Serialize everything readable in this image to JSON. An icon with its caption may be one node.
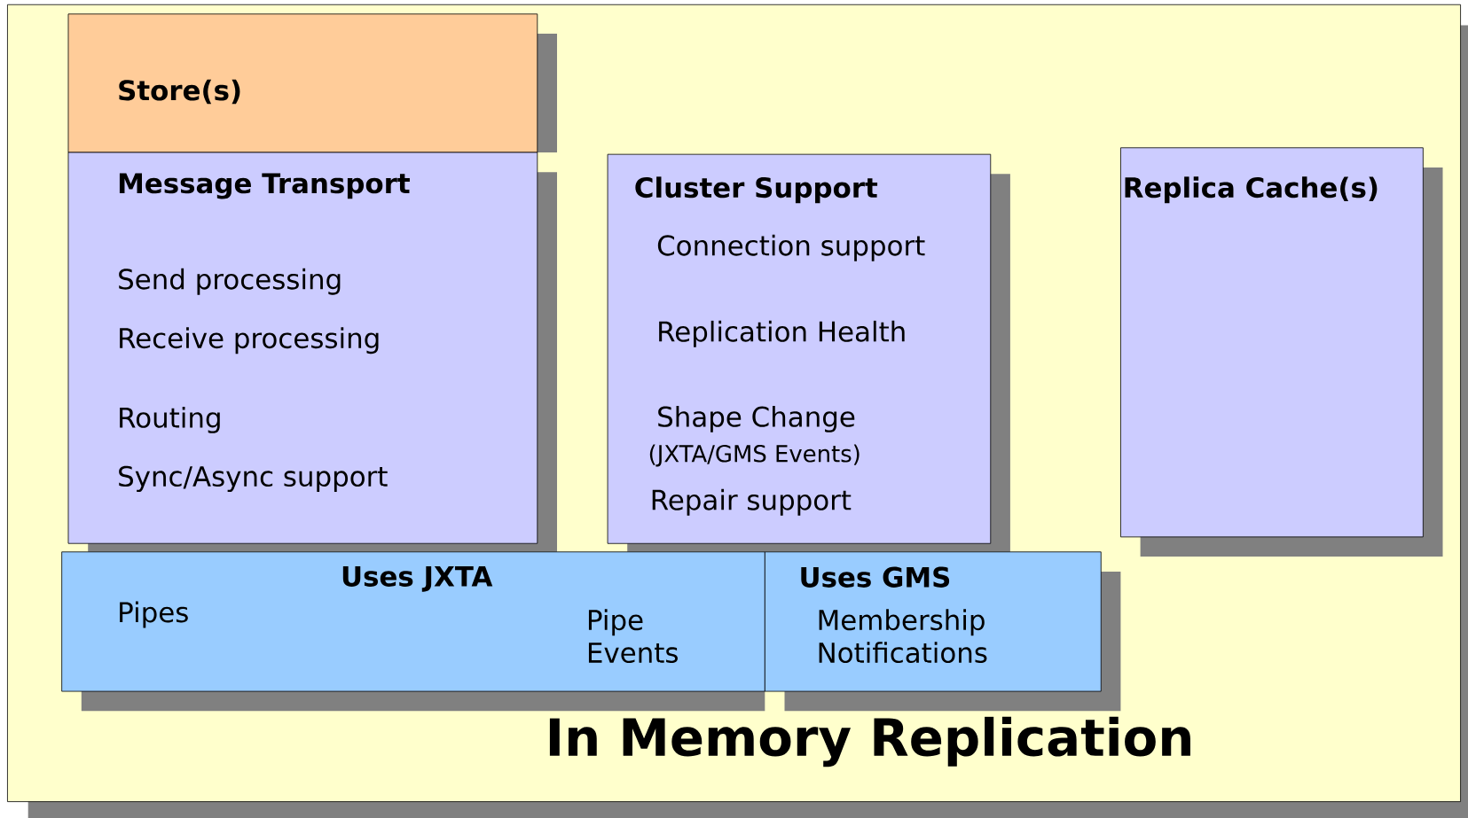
{
  "diagram": {
    "nodes": [
      {
        "text": [
          "In Memory Replication"
        ]
      },
      {
        "text": [
          "Store(s)"
        ],
        "in": 0
      },
      {
        "text": [
          "Message Transport",
          "Send processing",
          "Receive processing",
          "Routing",
          "Sync/Async support"
        ],
        "in": 0
      },
      {
        "text": [
          "Cluster Support",
          "Connection support",
          "Replication Health",
          "Shape Change",
          "(JXTA/GMS Events)",
          "Repair support"
        ],
        "in": 0
      },
      {
        "text": [
          "Replica Cache(s)"
        ],
        "in": 0
      },
      {
        "text": [
          "Uses JXTA",
          "Pipes",
          "Pipe Events"
        ],
        "in": 0
      },
      {
        "text": [
          "Uses GMS",
          "Membership Notifications"
        ],
        "in": 0
      }
    ]
  }
}
